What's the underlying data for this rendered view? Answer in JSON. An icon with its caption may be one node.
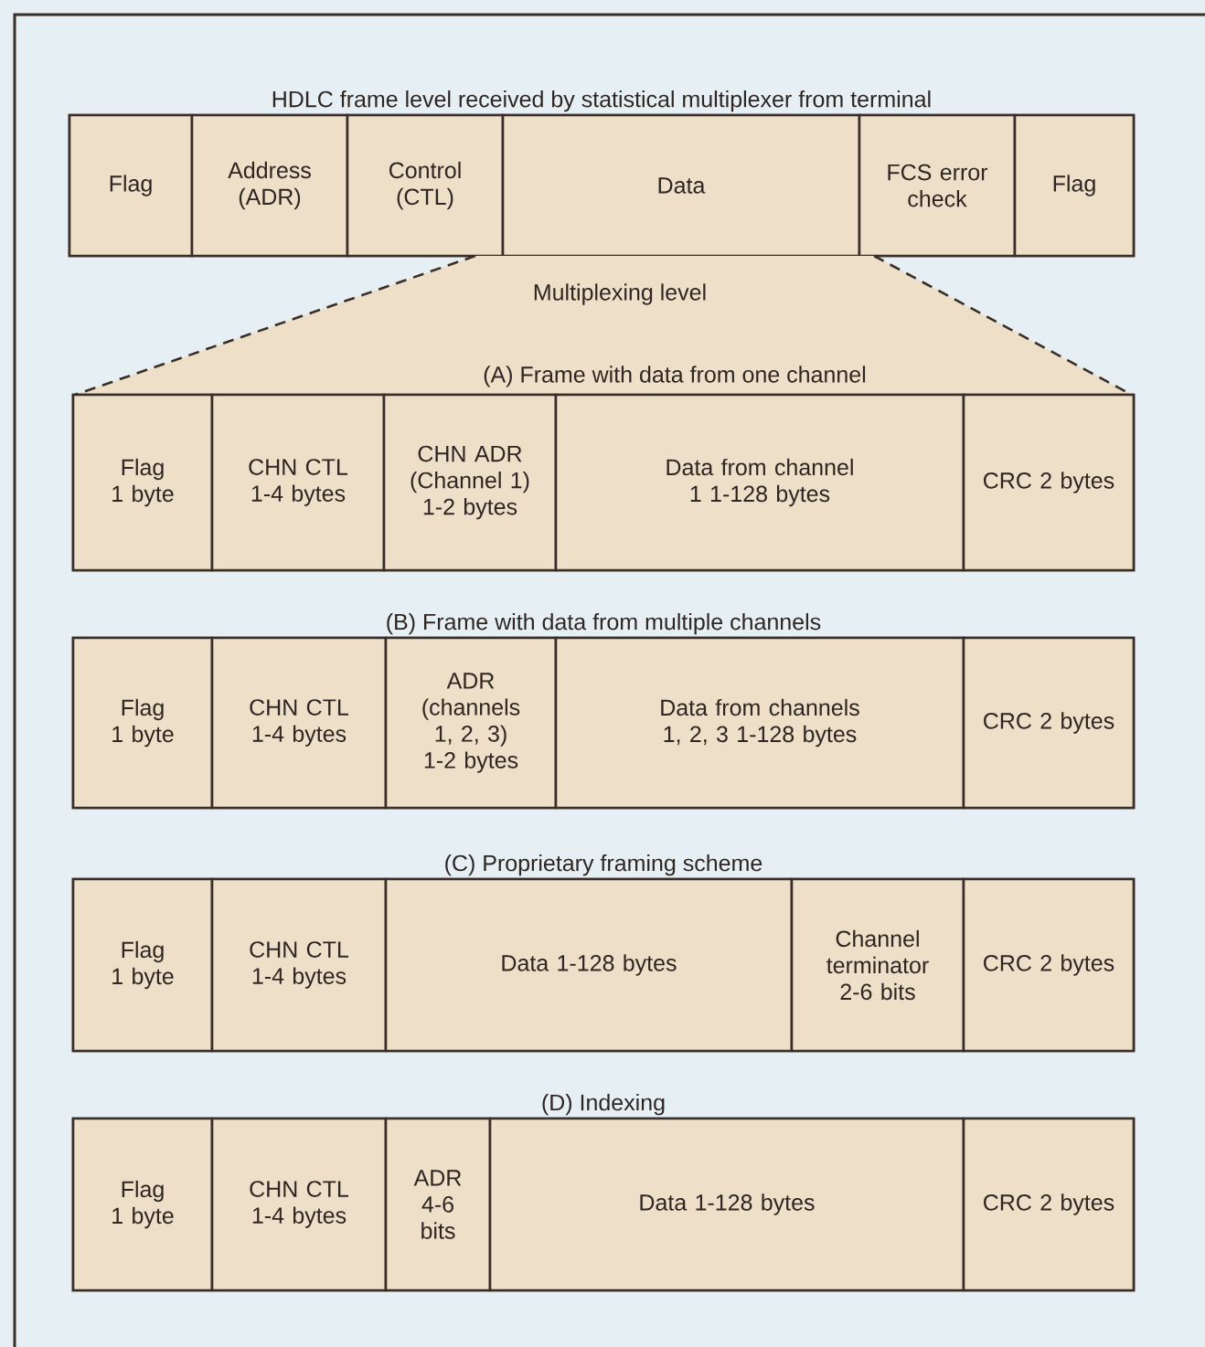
{
  "diagram": {
    "nodes": [
      {
        "text": [
          "HDLC frame level received by statistical multiplexer from terminal"
        ]
      },
      {
        "text": [
          "Flag"
        ],
        "in": 0
      },
      {
        "text": [
          "Address (ADR)"
        ],
        "in": 0
      },
      {
        "text": [
          "Control (CTL)"
        ],
        "in": 0
      },
      {
        "text": [
          "Data"
        ],
        "in": 0
      },
      {
        "text": [
          "FCS error check"
        ],
        "in": 0
      },
      {
        "text": [
          "Flag"
        ],
        "in": 0
      },
      {
        "text": [
          "Multiplexing level",
          "(A) Frame with data from one channel"
        ]
      },
      {
        "text": [],
        "shape": "box"
      },
      {
        "text": [
          "Flag 1 byte"
        ],
        "in": 8
      },
      {
        "text": [
          "CHN CTL 1-4 bytes"
        ],
        "in": 8
      },
      {
        "text": [
          "CHN ADR (Channel 1) 1-2 bytes"
        ],
        "in": 8
      },
      {
        "text": [
          "Data from channel 1 1-128 bytes"
        ],
        "in": 8
      },
      {
        "text": [
          "CRC 2 bytes"
        ],
        "in": 8
      },
      {
        "text": [
          "(B) Frame with data from multiple channels"
        ]
      },
      {
        "text": [
          "Flag 1 byte"
        ],
        "in": 14
      },
      {
        "text": [
          "CHN CTL 1-4 bytes"
        ],
        "in": 14
      },
      {
        "text": [
          "ADR (channels 1, 2, 3) 1-2 bytes"
        ],
        "in": 14
      },
      {
        "text": [
          "Data from channels 1, 2, 3 1-128 bytes"
        ],
        "in": 14
      },
      {
        "text": [
          "CRC 2 bytes"
        ],
        "in": 14
      },
      {
        "text": [
          "(C) Proprietary framing scheme"
        ]
      },
      {
        "text": [
          "Flag 1 byte"
        ],
        "in": 20
      },
      {
        "text": [
          "CHN CTL 1-4 bytes"
        ],
        "in": 20
      },
      {
        "text": [
          "Data 1-128 bytes"
        ],
        "in": 20
      },
      {
        "text": [
          "Channel terminator 2-6 bits"
        ],
        "in": 20
      },
      {
        "text": [
          "CRC 2 bytes"
        ],
        "in": 20
      },
      {
        "text": [
          "(D) Indexing"
        ]
      },
      {
        "text": [
          "Flag 1 byte"
        ],
        "in": 26
      },
      {
        "text": [
          "CHN CTL 1-4 bytes"
        ],
        "in": 26
      },
      {
        "text": [
          "ADR 4-6 bits"
        ],
        "in": 26
      },
      {
        "text": [
          "Data 1-128 bytes"
        ],
        "in": 26
      },
      {
        "text": [
          "CRC 2 bytes"
        ],
        "in": 26
      }
    ]
  }
}
